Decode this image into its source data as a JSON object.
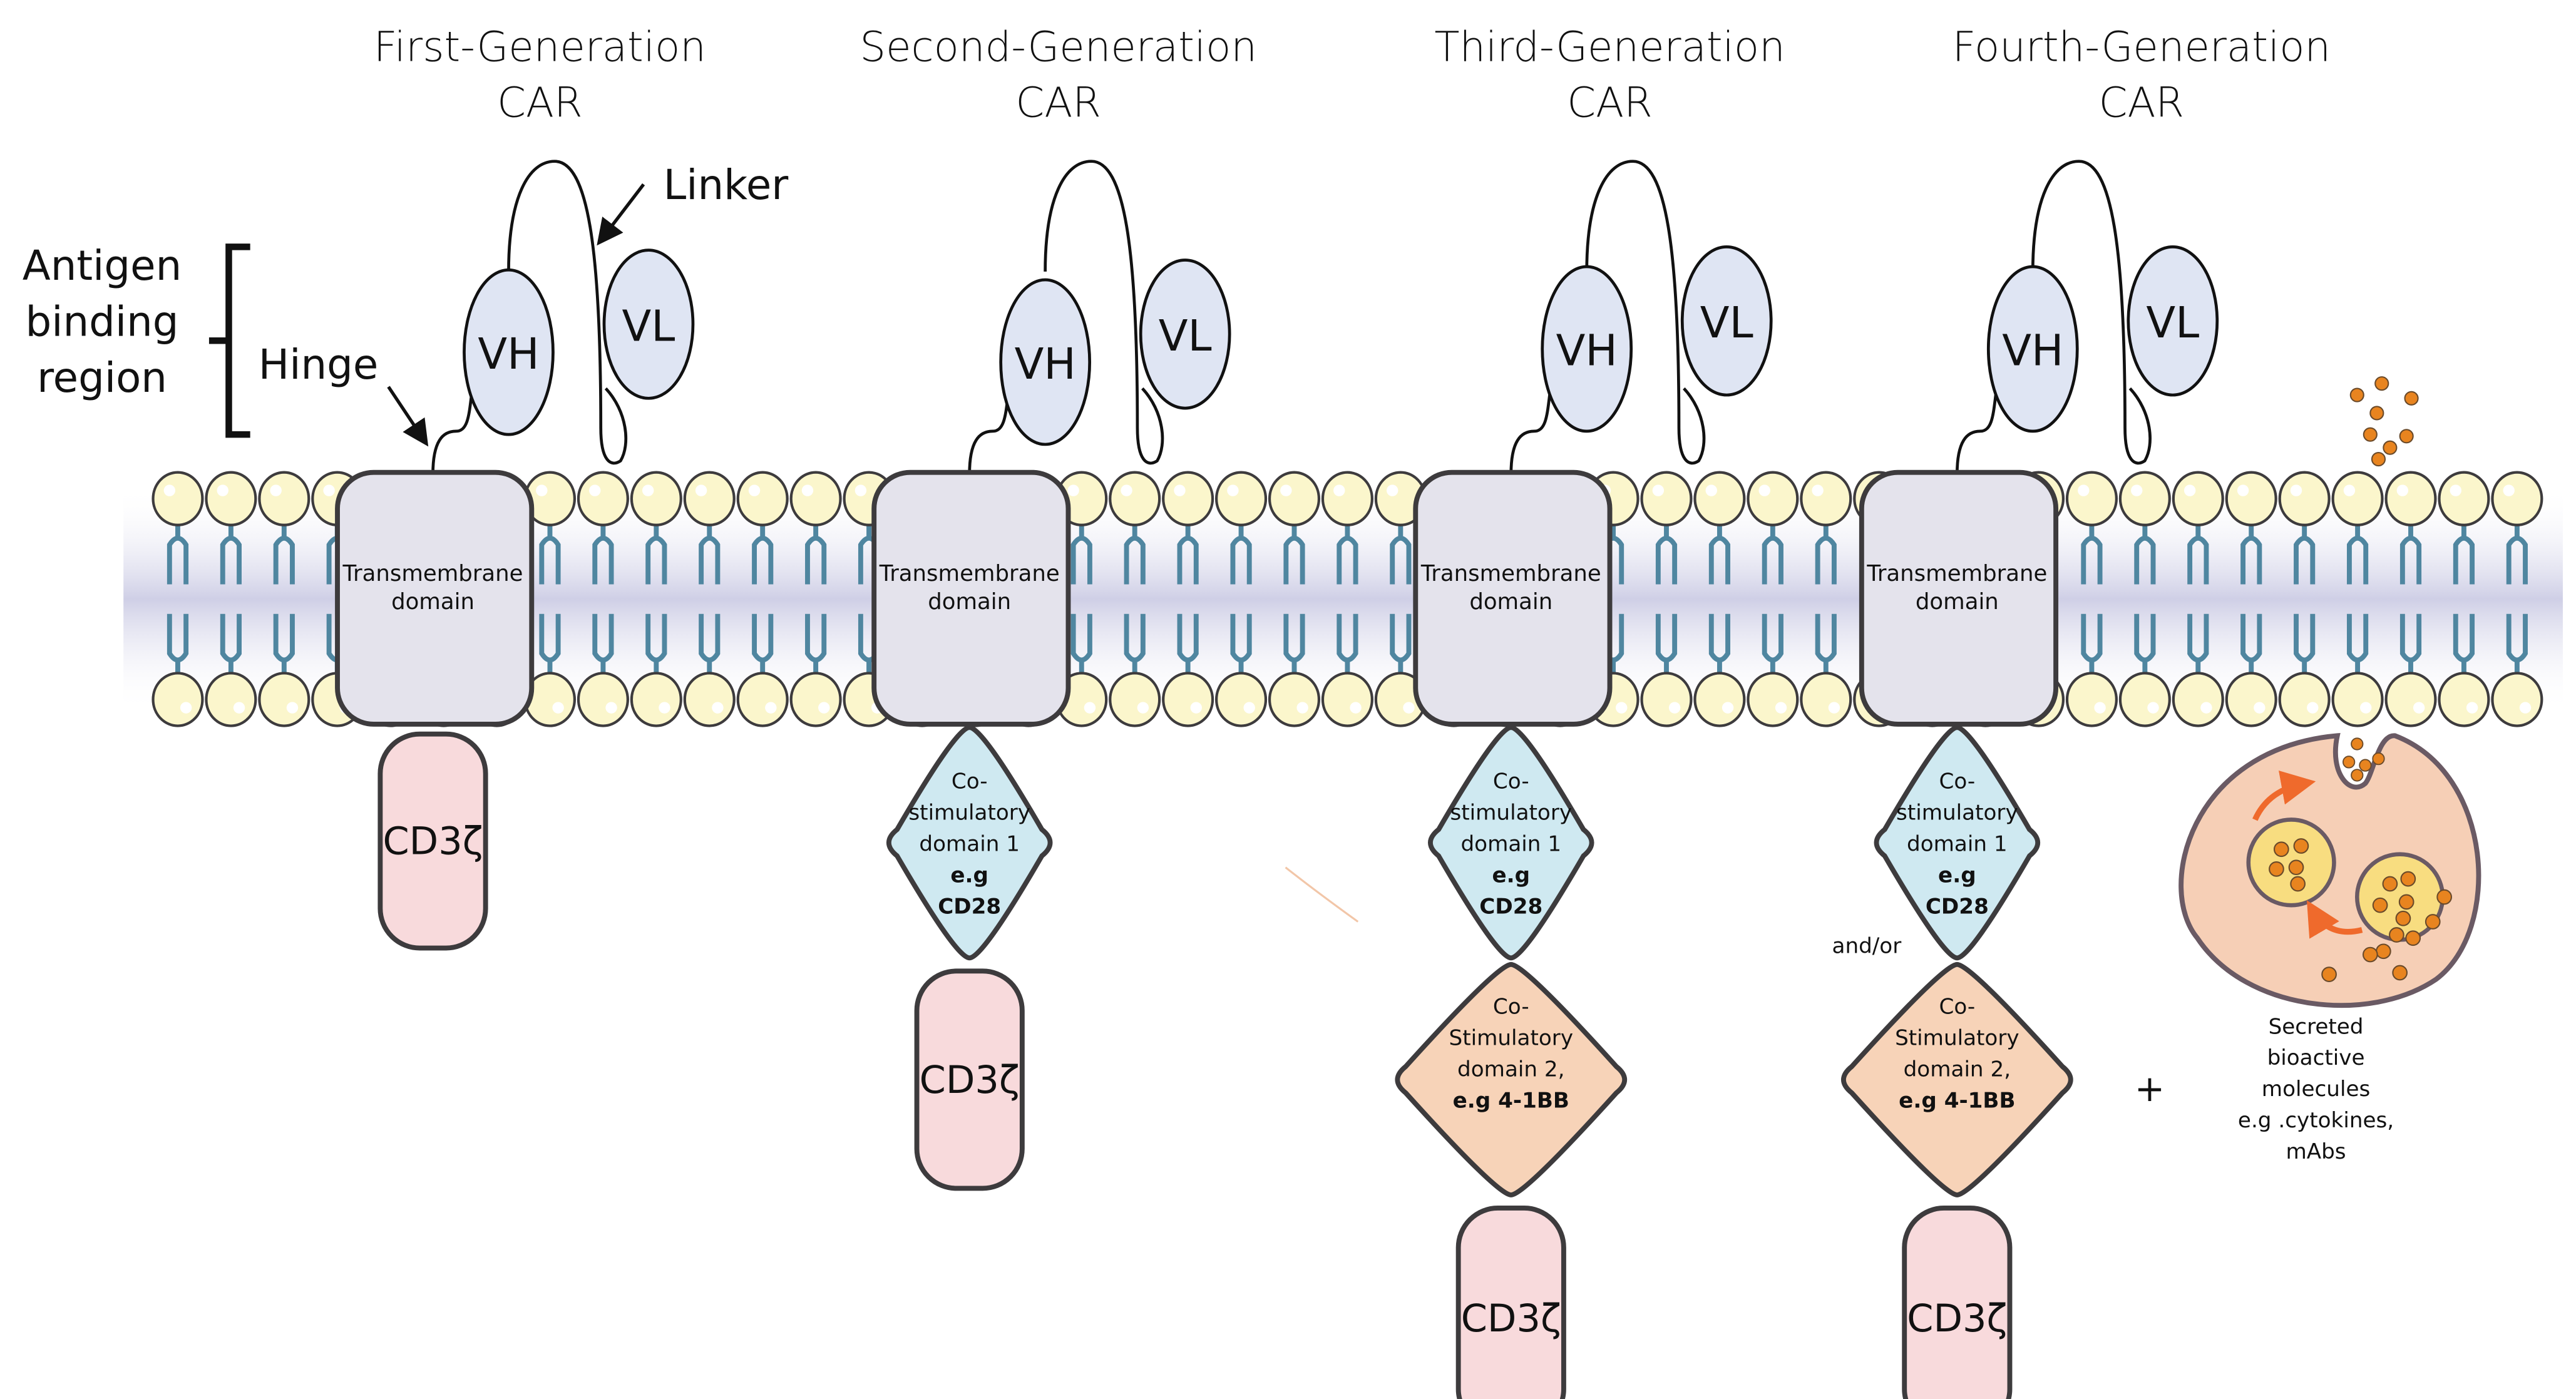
{
  "figure": {
    "colors": {
      "membrane_band": "#d3d3ea",
      "lipid_head": "#fbf6cc",
      "lipid_tail": "#4f86a0",
      "outline": "#3d3b3d",
      "transmembrane": "#e4e3ec",
      "cd3z": "#f8dadc",
      "costim1": "#cfe9f1",
      "costim2": "#f7d3b8",
      "scfv": "#dfe5f3",
      "cell_body": "#f6cfb6",
      "vesicle": "#f8dd80",
      "cytokine": "#e8841f",
      "arrow": "#ef6a2c"
    },
    "annotations": {
      "antigen_binding_region": [
        "Antigen",
        "binding",
        "region"
      ],
      "hinge": "Hinge",
      "linker": "Linker",
      "and_or": "and/or",
      "plus": "+",
      "secreted": [
        "Secreted",
        "bioactive",
        "molecules",
        "e.g .cytokines,",
        "mAbs"
      ]
    },
    "generations": [
      {
        "title": [
          "First-Generation",
          "CAR"
        ],
        "vh": "VH",
        "vl": "VL",
        "transmembrane": [
          "Transmembrane",
          "domain"
        ],
        "signaling": "CD3ζ",
        "costim": []
      },
      {
        "title": [
          "Second-Generation",
          "CAR"
        ],
        "vh": "VH",
        "vl": "VL",
        "transmembrane": [
          "Transmembrane",
          "domain"
        ],
        "signaling": "CD3ζ",
        "costim": [
          {
            "lines": [
              "Co-",
              "stimulatory",
              "domain 1"
            ],
            "bold": [
              "e.g",
              "CD28"
            ],
            "kind": "costim1"
          }
        ]
      },
      {
        "title": [
          "Third-Generation",
          "CAR"
        ],
        "vh": "VH",
        "vl": "VL",
        "transmembrane": [
          "Transmembrane",
          "domain"
        ],
        "signaling": "CD3ζ",
        "costim": [
          {
            "lines": [
              "Co-",
              "stimulatory",
              "domain 1"
            ],
            "bold": [
              "e.g",
              "CD28"
            ],
            "kind": "costim1"
          },
          {
            "lines": [
              "Co-",
              "Stimulatory",
              "domain 2,"
            ],
            "bold": [
              "e.g 4-1BB"
            ],
            "kind": "costim2"
          }
        ]
      },
      {
        "title": [
          "Fourth-Generation",
          "CAR"
        ],
        "vh": "VH",
        "vl": "VL",
        "transmembrane": [
          "Transmembrane",
          "domain"
        ],
        "signaling": "CD3ζ",
        "costim": [
          {
            "lines": [
              "Co-",
              "stimulatory",
              "domain 1"
            ],
            "bold": [
              "e.g",
              "CD28"
            ],
            "kind": "costim1"
          },
          {
            "lines": [
              "Co-",
              "Stimulatory",
              "domain 2,"
            ],
            "bold": [
              "e.g 4-1BB"
            ],
            "kind": "costim2"
          }
        ]
      }
    ]
  }
}
